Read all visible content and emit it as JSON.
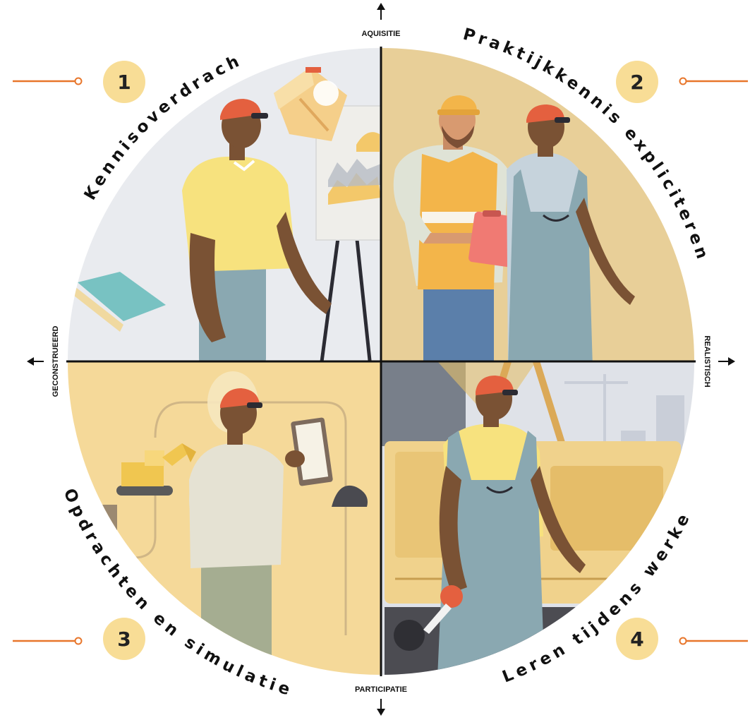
{
  "axes": {
    "top": "AQUISITIE",
    "bottom": "PARTICIPATIE",
    "left": "GECONSTRUEERD",
    "right": "REALISTISCH"
  },
  "quadrants": [
    {
      "number": "1",
      "title": "Kennisoverdracht",
      "bg": "#e9ebef"
    },
    {
      "number": "2",
      "title": "Praktijkkennis expliciteren",
      "bg": "#e8cf98"
    },
    {
      "number": "3",
      "title": "Opdrachten en simulaties",
      "bg": "#f5d999"
    },
    {
      "number": "4",
      "title": "Leren tijdens werken",
      "bg": "#dfe2e8"
    }
  ],
  "colors": {
    "badge": "#f8dd96",
    "connector": "#e8762b",
    "axis": "#111111",
    "hat": "#e4603f",
    "skin": "#7a5234",
    "shirt_yellow": "#f7e27e",
    "overalls": "#8aa8b1",
    "vest": "#f3b54a"
  }
}
